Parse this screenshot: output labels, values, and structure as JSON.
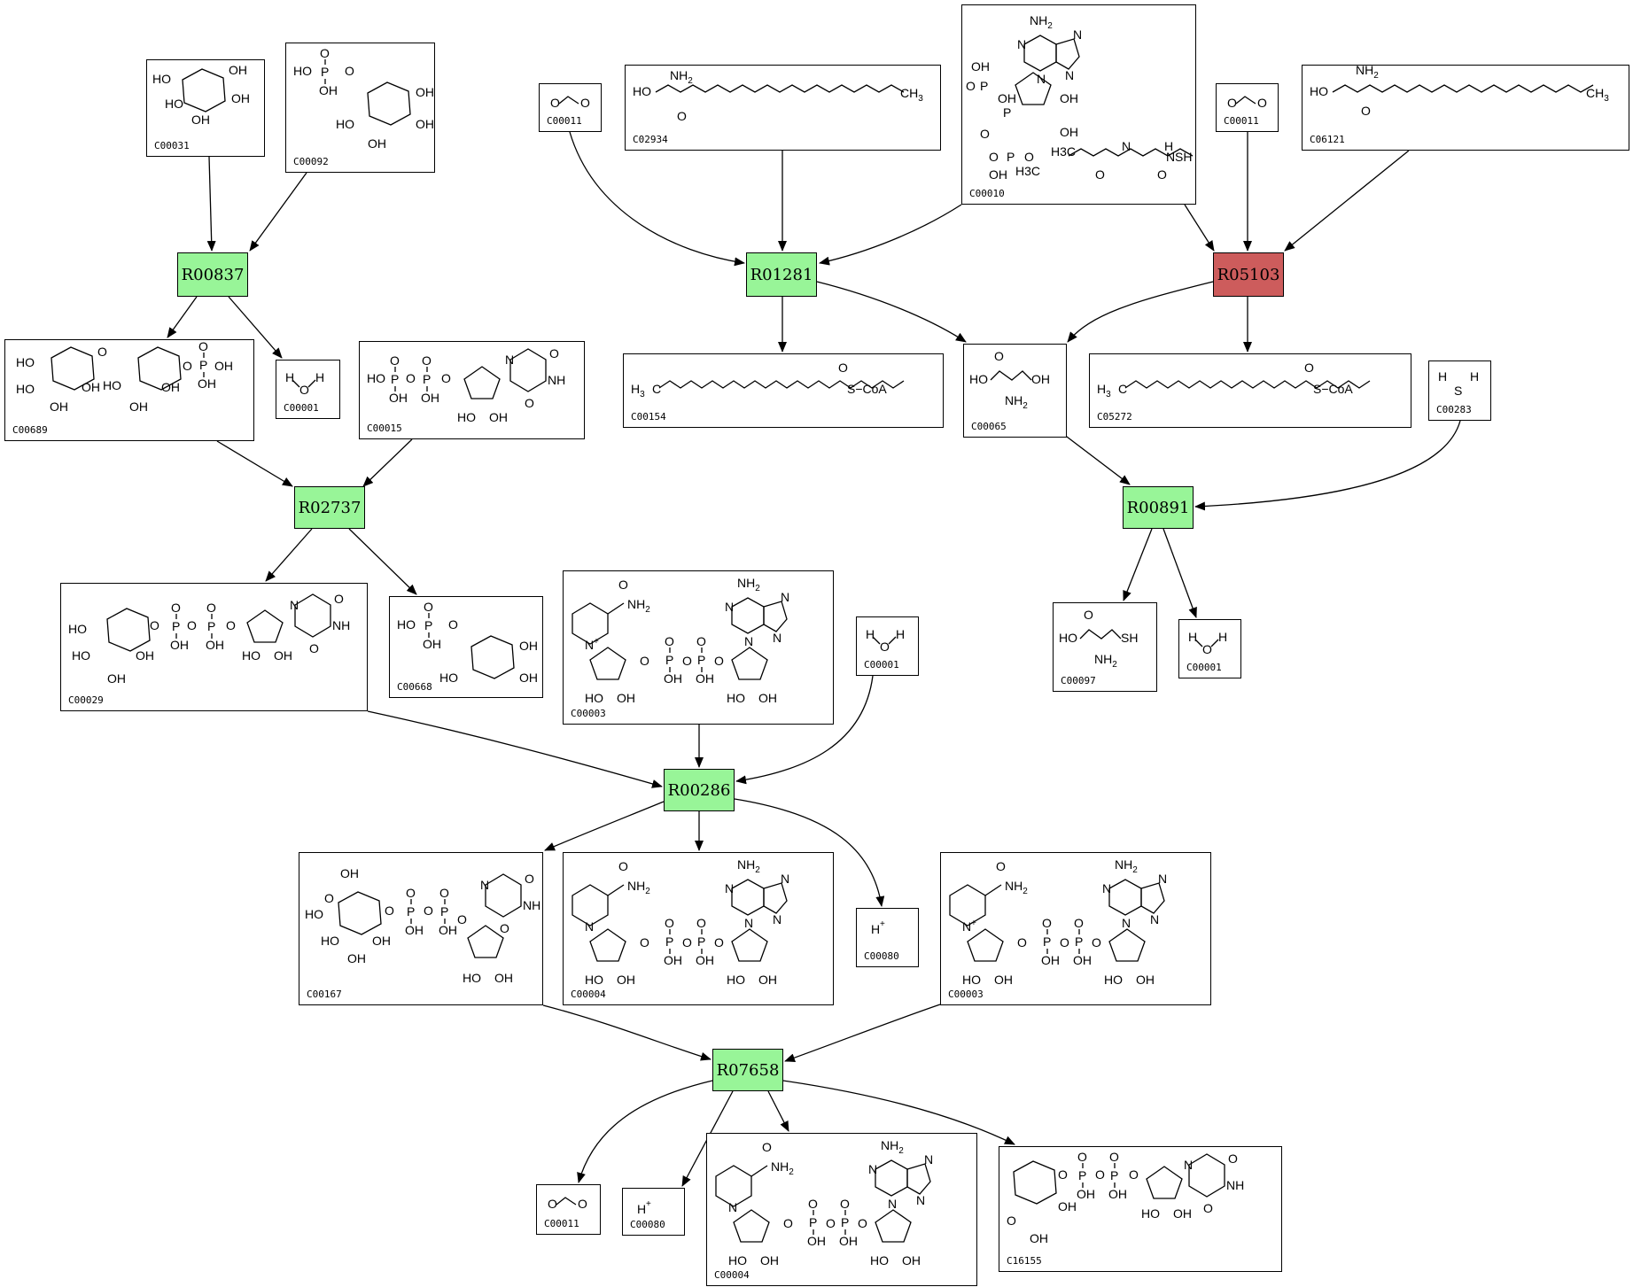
{
  "colors": {
    "reaction_green": "#98f598",
    "reaction_red": "#cd5c5c",
    "edge": "#000000"
  },
  "reactions": [
    {
      "id": "R00837",
      "color": "#98f598"
    },
    {
      "id": "R01281",
      "color": "#98f598"
    },
    {
      "id": "R05103",
      "color": "#cd5c5c"
    },
    {
      "id": "R02737",
      "color": "#98f598"
    },
    {
      "id": "R00891",
      "color": "#98f598"
    },
    {
      "id": "R00286",
      "color": "#98f598"
    },
    {
      "id": "R07658",
      "color": "#98f598"
    }
  ],
  "compounds": [
    {
      "id": "C00031",
      "mol": "sugar"
    },
    {
      "id": "C00092",
      "mol": "sugarP"
    },
    {
      "id": "C00011",
      "mol": "co2"
    },
    {
      "id": "C02934",
      "mol": "ketosphinganine"
    },
    {
      "id": "C00010",
      "mol": "coa"
    },
    {
      "id": "C00011",
      "mol": "co2"
    },
    {
      "id": "C06121",
      "mol": "ketosphingosine"
    },
    {
      "id": "C00689",
      "mol": "disaccharideP"
    },
    {
      "id": "C00001",
      "mol": "water"
    },
    {
      "id": "C00015",
      "mol": "udp"
    },
    {
      "id": "C00154",
      "mol": "acylcoa"
    },
    {
      "id": "C00065",
      "mol": "serine"
    },
    {
      "id": "C05272",
      "mol": "enoylcoa"
    },
    {
      "id": "C00283",
      "mol": "h2s"
    },
    {
      "id": "C00029",
      "mol": "udpglc"
    },
    {
      "id": "C00668",
      "mol": "sugarP"
    },
    {
      "id": "C00003",
      "mol": "nad"
    },
    {
      "id": "C00001",
      "mol": "water"
    },
    {
      "id": "C00097",
      "mol": "cysteine"
    },
    {
      "id": "C00001",
      "mol": "water"
    },
    {
      "id": "C00167",
      "mol": "udpgla"
    },
    {
      "id": "C00004",
      "mol": "nadh"
    },
    {
      "id": "C00080",
      "mol": "proton"
    },
    {
      "id": "C00003",
      "mol": "nad"
    },
    {
      "id": "C00011",
      "mol": "co2"
    },
    {
      "id": "C00080",
      "mol": "proton"
    },
    {
      "id": "C00004",
      "mol": "nadh"
    },
    {
      "id": "C16155",
      "mol": "udpketo"
    }
  ],
  "atoms": {
    "HO": "HO",
    "OH": "OH",
    "O": "O",
    "P": "P",
    "N": "N",
    "S": "S",
    "H": "H",
    "NH2": "NH",
    "NH2_sub": "2",
    "H3C": "H",
    "H3C_sub": "3",
    "C": "C",
    "CH3": "CH",
    "CH3_sub": "3",
    "SH": "SH",
    "SCoA": "S−CoA",
    "NH": "NH",
    "Hplus": "H",
    "plus": "+",
    "Nplus": "N",
    "H3C_label": "H3C"
  }
}
